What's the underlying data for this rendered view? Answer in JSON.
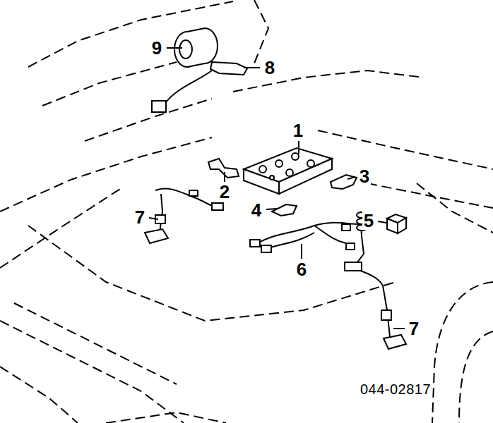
{
  "diagram": {
    "labels": [
      "9",
      "8",
      "1",
      "2",
      "3",
      "7",
      "4",
      "5",
      "6",
      "7",
      "044-02817"
    ]
  }
}
